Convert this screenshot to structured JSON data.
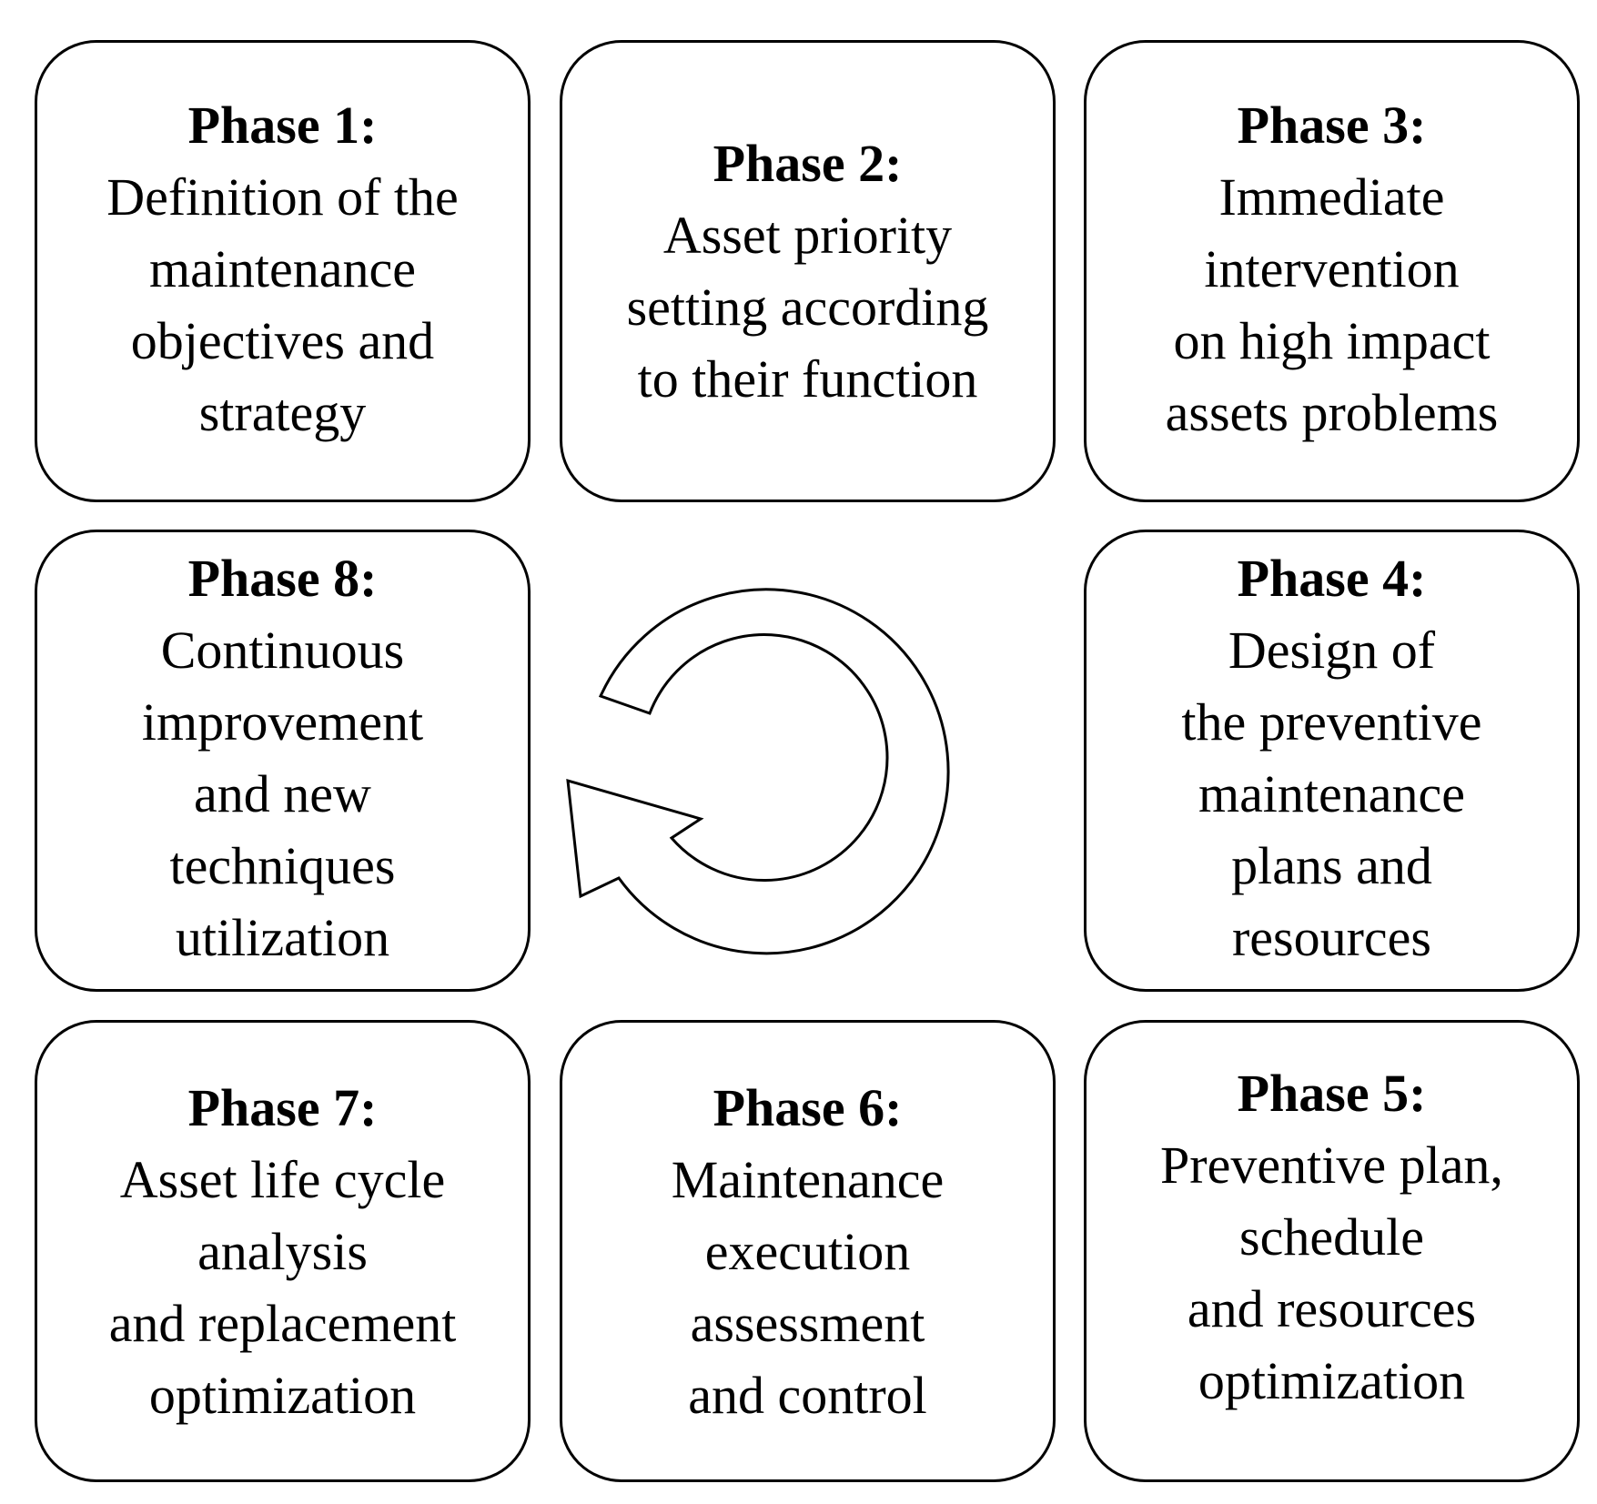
{
  "phases": [
    {
      "id": "p1",
      "title": "Phase 1:",
      "lines": [
        "Definition of the",
        "maintenance",
        "objectives and",
        "strategy"
      ]
    },
    {
      "id": "p2",
      "title": "Phase 2:",
      "lines": [
        "Asset priority",
        "setting according",
        "to their function"
      ]
    },
    {
      "id": "p3",
      "title": "Phase 3:",
      "lines": [
        "Immediate",
        "intervention",
        "on high impact",
        "assets problems"
      ]
    },
    {
      "id": "p4",
      "title": "Phase 4:",
      "lines": [
        "Design of",
        "the preventive",
        "maintenance",
        "plans and",
        "resources"
      ]
    },
    {
      "id": "p5",
      "title": "Phase 5:",
      "lines": [
        "Preventive plan,",
        "schedule",
        "and resources",
        "optimization"
      ]
    },
    {
      "id": "p6",
      "title": "Phase 6:",
      "lines": [
        "Maintenance",
        "execution",
        "assessment",
        "and control"
      ]
    },
    {
      "id": "p7",
      "title": "Phase 7:",
      "lines": [
        "Asset life cycle",
        "analysis",
        "and replacement",
        "optimization"
      ]
    },
    {
      "id": "p8",
      "title": "Phase 8:",
      "lines": [
        "Continuous",
        "improvement",
        "and new",
        "techniques",
        "utilization"
      ]
    }
  ],
  "center_icon": "cycle-arrow-icon"
}
